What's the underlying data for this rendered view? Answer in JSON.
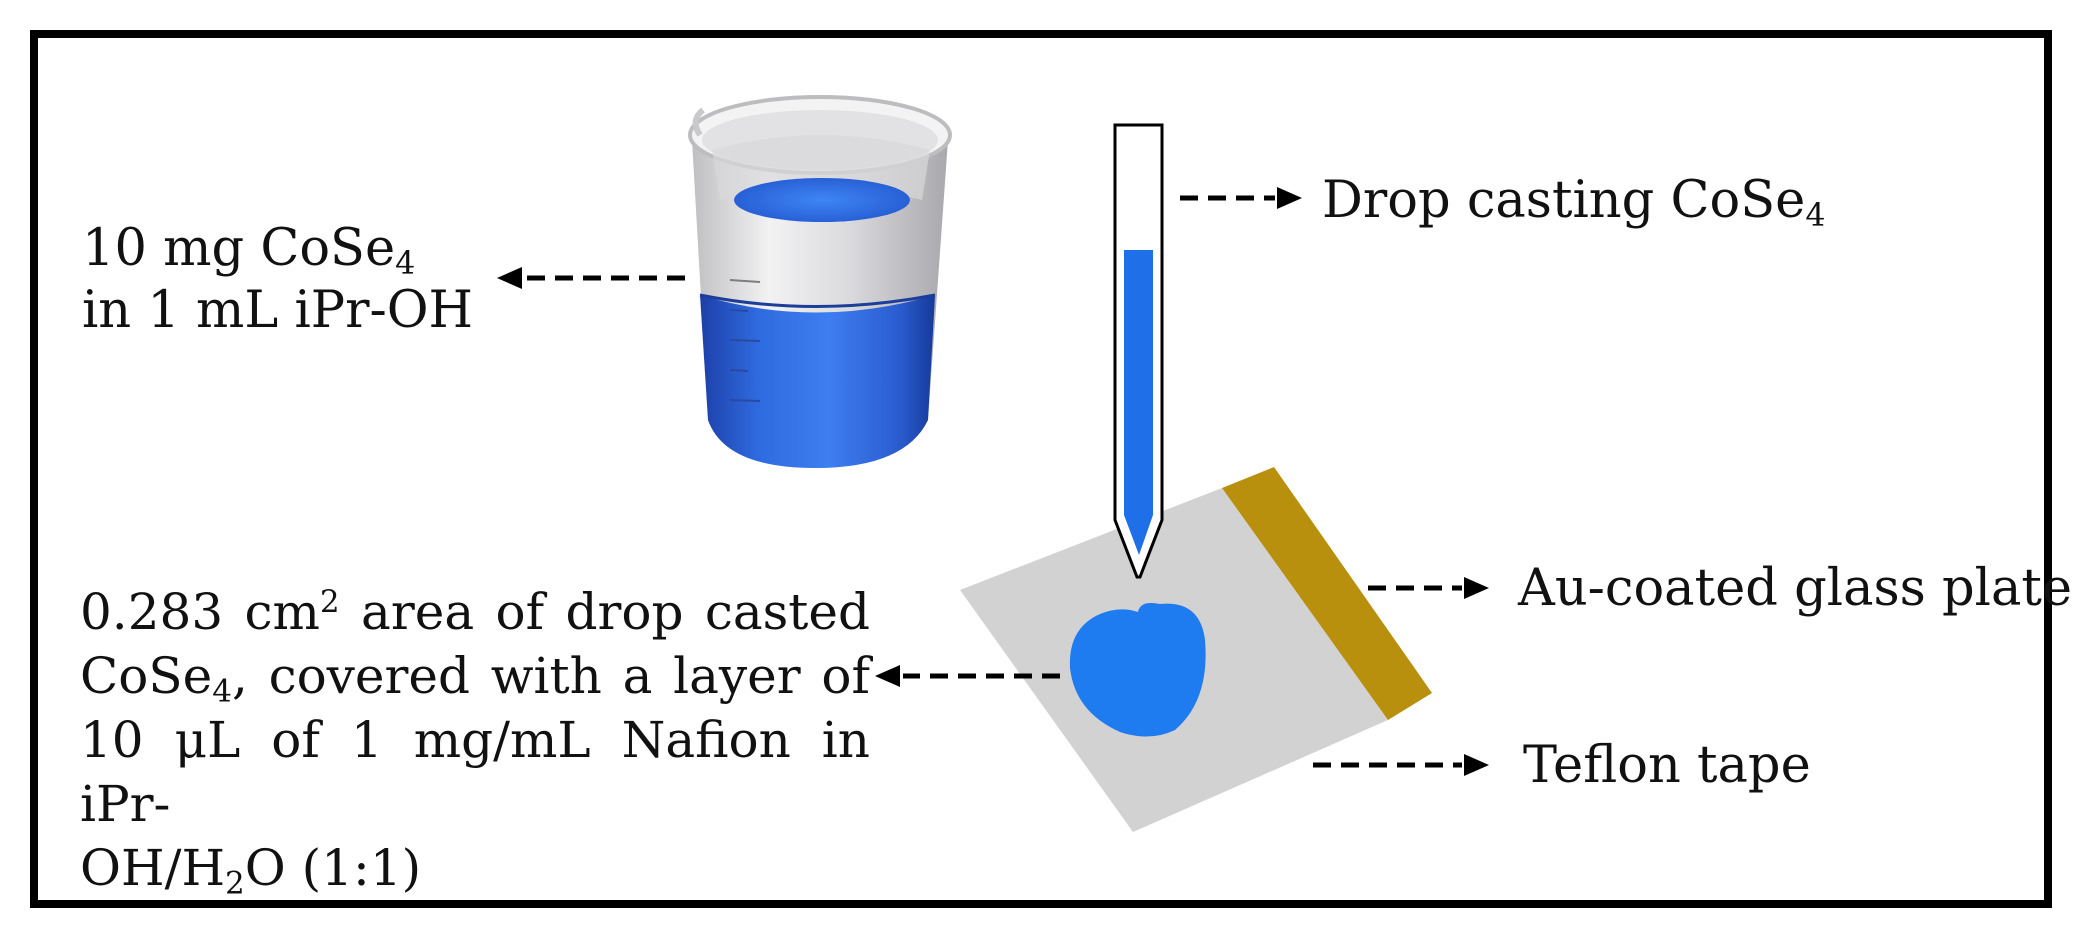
{
  "labels": {
    "beaker": {
      "line1_pre": "10 mg CoSe",
      "line1_sub": "4",
      "line2": "in 1 mL iPr-OH"
    },
    "pipette": {
      "pre": "Drop casting CoSe",
      "sub": "4"
    },
    "plate": "Au-coated glass plate",
    "tape": "Teflon tape",
    "area": {
      "l1_a": "0.283 cm",
      "l1_sup": "2",
      "l1_b": " area of drop casted",
      "l2_a": "CoSe",
      "l2_sub": "4",
      "l2_b": ", covered with a layer of",
      "l3": "10 μL of 1 mg/mL Nafion in iPr-",
      "l4_a": "OH/H",
      "l4_sub": "2",
      "l4_b": "O (1:1)"
    }
  },
  "colors": {
    "solution_blue": "#2f6be0",
    "drop_blue": "#1e7bf0",
    "plate_gray": "#d3d2d3",
    "gold_strip": "#b8900e",
    "beaker_white": "#e9e9ea",
    "frame": "#000000"
  },
  "icons": [
    "beaker-icon",
    "pipette-icon",
    "glass-plate-icon",
    "teflon-tape-icon",
    "arrow-icon"
  ]
}
